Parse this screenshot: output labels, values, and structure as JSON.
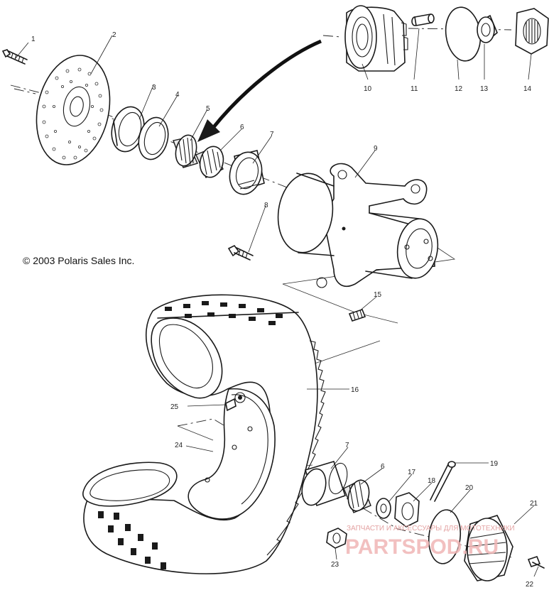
{
  "copyright": "© 2003 Polaris Sales Inc.",
  "callouts": {
    "n1": "1",
    "n2": "2",
    "n3": "3",
    "n4": "4",
    "n5": "5",
    "n6": "6",
    "n7": "7",
    "n8": "8",
    "n9": "9",
    "n10": "10",
    "n11": "11",
    "n12": "12",
    "n13": "13",
    "n14": "14",
    "n15": "15",
    "n16": "16",
    "n17": "17",
    "n18": "18",
    "n19": "19",
    "n20": "20",
    "n21": "21",
    "n22": "22",
    "n23": "23",
    "n24": "24",
    "n25": "25",
    "n6b": "6",
    "n7b": "7"
  },
  "watermark": {
    "tagline": "ЗАПЧАСТИ И АКСЕССУАРЫ ДЛЯ МОТОТЕХНИКИ",
    "brand": "PARTSPOD.RU"
  },
  "colors": {
    "line": "#1a1a1a",
    "watermark": "#e4a3a3"
  }
}
